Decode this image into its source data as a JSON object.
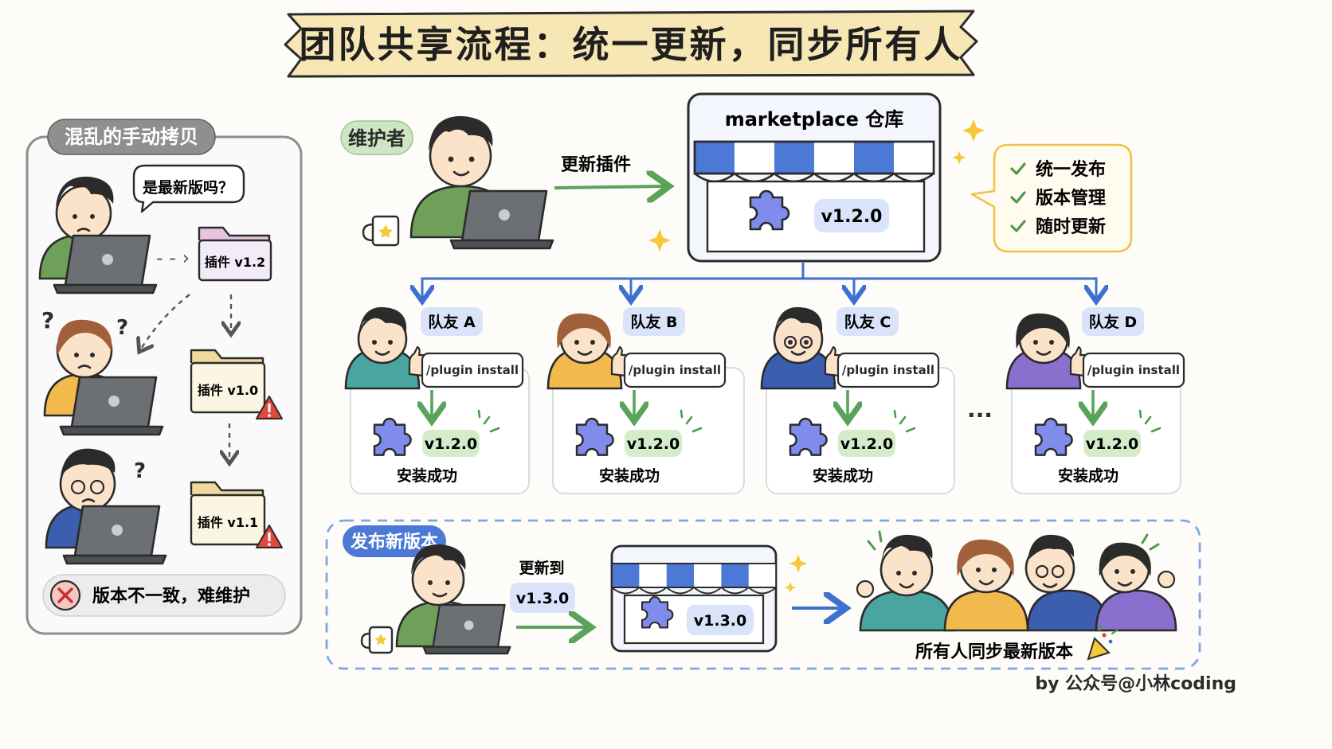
{
  "title": "团队共享流程：统一更新，同步所有人",
  "left_panel": {
    "title": "混乱的手动拷贝",
    "bubble": "是最新版吗？",
    "folders": [
      "插件 v1.2",
      "插件 v1.0",
      "插件 v1.1"
    ],
    "footer": "版本不一致，难维护"
  },
  "maintainer": {
    "badge": "维护者",
    "action": "更新插件"
  },
  "marketplace": {
    "title": "marketplace 仓库",
    "version": "v1.2.0"
  },
  "benefits": [
    "统一发布",
    "版本管理",
    "随时更新"
  ],
  "teammates": [
    {
      "name": "队友 A",
      "command": "/plugin install",
      "version": "v1.2.0",
      "status": "安装成功"
    },
    {
      "name": "队友 B",
      "command": "/plugin install",
      "version": "v1.2.0",
      "status": "安装成功"
    },
    {
      "name": "队友 C",
      "command": "/plugin install",
      "version": "v1.2.0",
      "status": "安装成功"
    },
    {
      "name": "队友 D",
      "command": "/plugin install",
      "version": "v1.2.0",
      "status": "安装成功"
    }
  ],
  "ellipsis": "...",
  "release": {
    "badge": "发布新版本",
    "update_to": "更新到",
    "new_version": "v1.3.0",
    "store_version": "v1.3.0",
    "result": "所有人同步最新版本"
  },
  "credit": "by 公众号@小林coding",
  "colors": {
    "green": "#5aa35a",
    "blue": "#3f6fd1",
    "puzzle": "#7f8cec",
    "ribbon": "#f7e7b5",
    "warning": "#e0473d"
  }
}
